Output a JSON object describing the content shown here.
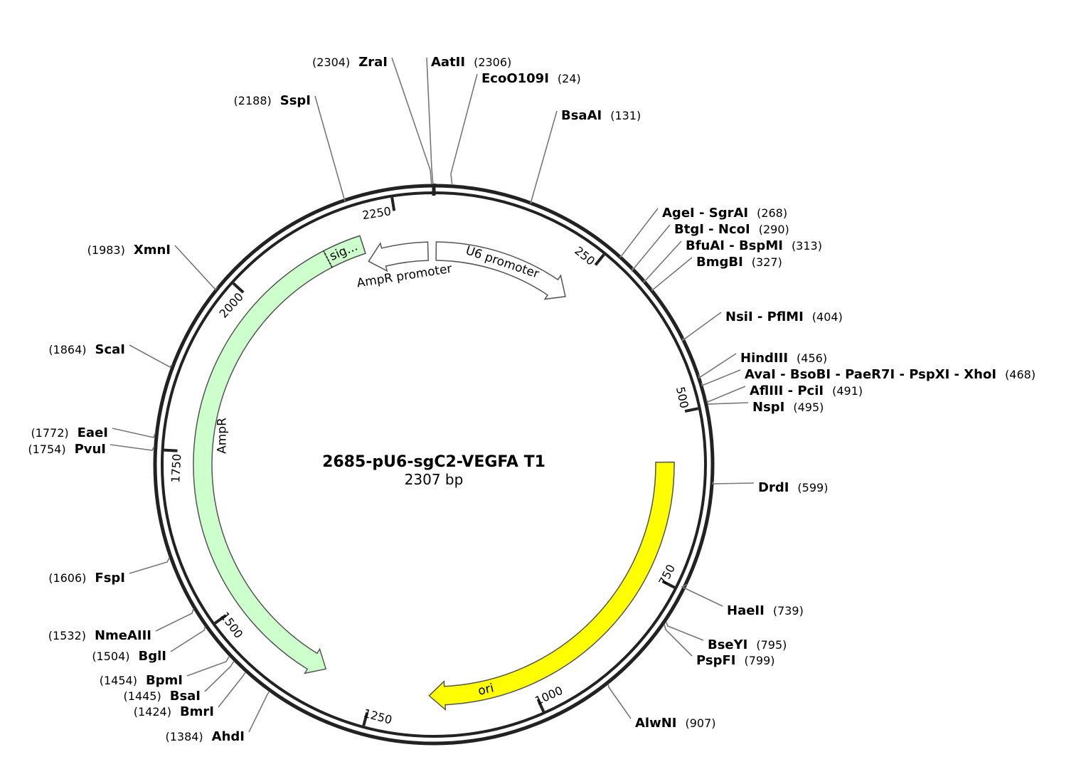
{
  "plasmid": {
    "name": "2685-pU6-sgC2-VEGFA T1",
    "size_label": "2307 bp",
    "length": 2307
  },
  "ticks": [
    {
      "pos": 250,
      "label": "250"
    },
    {
      "pos": 500,
      "label": "500"
    },
    {
      "pos": 750,
      "label": "750"
    },
    {
      "pos": 1000,
      "label": "1000"
    },
    {
      "pos": 1250,
      "label": "1250"
    },
    {
      "pos": 1500,
      "label": "1500"
    },
    {
      "pos": 1750,
      "label": "1750"
    },
    {
      "pos": 2000,
      "label": "2000"
    },
    {
      "pos": 2250,
      "label": "2250"
    }
  ],
  "features": [
    {
      "name": "U6 promoter",
      "start": 4,
      "end": 244,
      "direction": "forward",
      "fill": "#ffffff",
      "label": "U6 promoter"
    },
    {
      "name": "ori",
      "start": 573,
      "end": 1161,
      "direction": "forward",
      "fill": "#ffff00",
      "label": "ori"
    },
    {
      "name": "AmpR",
      "start": 1332,
      "end": 2192,
      "direction": "reverse",
      "fill": "#ccffcc",
      "label": "AmpR"
    },
    {
      "name": "sig...",
      "start": 2132,
      "end": 2192,
      "direction": "none",
      "fill": "#ccffcc",
      "label": "sig..."
    },
    {
      "name": "AmpR promoter",
      "start": 2193,
      "end": 2297,
      "direction": "reverse",
      "fill": "#ffffff",
      "label": "AmpR promoter"
    }
  ],
  "enzymes": [
    {
      "name": "AatII",
      "pos": "(2306)",
      "side": "right"
    },
    {
      "name": "EcoO109I",
      "pos": "(24)",
      "side": "right"
    },
    {
      "name": "BsaAI",
      "pos": "(131)",
      "side": "right"
    },
    {
      "name": "AgeI - SgrAI",
      "pos": "(268)",
      "side": "right"
    },
    {
      "name": "BtgI - NcoI",
      "pos": "(290)",
      "side": "right"
    },
    {
      "name": "BfuAI - BspMI",
      "pos": "(313)",
      "side": "right"
    },
    {
      "name": "BmgBI",
      "pos": "(327)",
      "side": "right"
    },
    {
      "name": "NsiI - PflMI",
      "pos": "(404)",
      "side": "right"
    },
    {
      "name": "HindIII",
      "pos": "(456)",
      "side": "right"
    },
    {
      "name": "AvaI - BsoBI - PaeR7I - PspXI - XhoI",
      "pos": "(468)",
      "side": "right"
    },
    {
      "name": "AflIII - PciI",
      "pos": "(491)",
      "side": "right"
    },
    {
      "name": "NspI",
      "pos": "(495)",
      "side": "right"
    },
    {
      "name": "DrdI",
      "pos": "(599)",
      "side": "right"
    },
    {
      "name": "HaeII",
      "pos": "(739)",
      "side": "right"
    },
    {
      "name": "BseYI",
      "pos": "(795)",
      "side": "right"
    },
    {
      "name": "PspFI",
      "pos": "(799)",
      "side": "right"
    },
    {
      "name": "AlwNI",
      "pos": "(907)",
      "side": "right"
    },
    {
      "name": "ZraI",
      "pos": "(2304)",
      "side": "left"
    },
    {
      "name": "SspI",
      "pos": "(2188)",
      "side": "left"
    },
    {
      "name": "XmnI",
      "pos": "(1983)",
      "side": "left"
    },
    {
      "name": "ScaI",
      "pos": "(1864)",
      "side": "left"
    },
    {
      "name": "EaeI",
      "pos": "(1772)",
      "side": "left"
    },
    {
      "name": "PvuI",
      "pos": "(1754)",
      "side": "left"
    },
    {
      "name": "FspI",
      "pos": "(1606)",
      "side": "left"
    },
    {
      "name": "NmeAIII",
      "pos": "(1532)",
      "side": "left"
    },
    {
      "name": "BglI",
      "pos": "(1504)",
      "side": "left"
    },
    {
      "name": "BpmI",
      "pos": "(1454)",
      "side": "left"
    },
    {
      "name": "BsaI",
      "pos": "(1445)",
      "side": "left"
    },
    {
      "name": "BmrI",
      "pos": "(1424)",
      "side": "left"
    },
    {
      "name": "AhdI",
      "pos": "(1384)",
      "side": "left"
    }
  ],
  "colors": {
    "backbone": "#222222",
    "leader": "#777777",
    "feature_stroke": "#555555"
  }
}
